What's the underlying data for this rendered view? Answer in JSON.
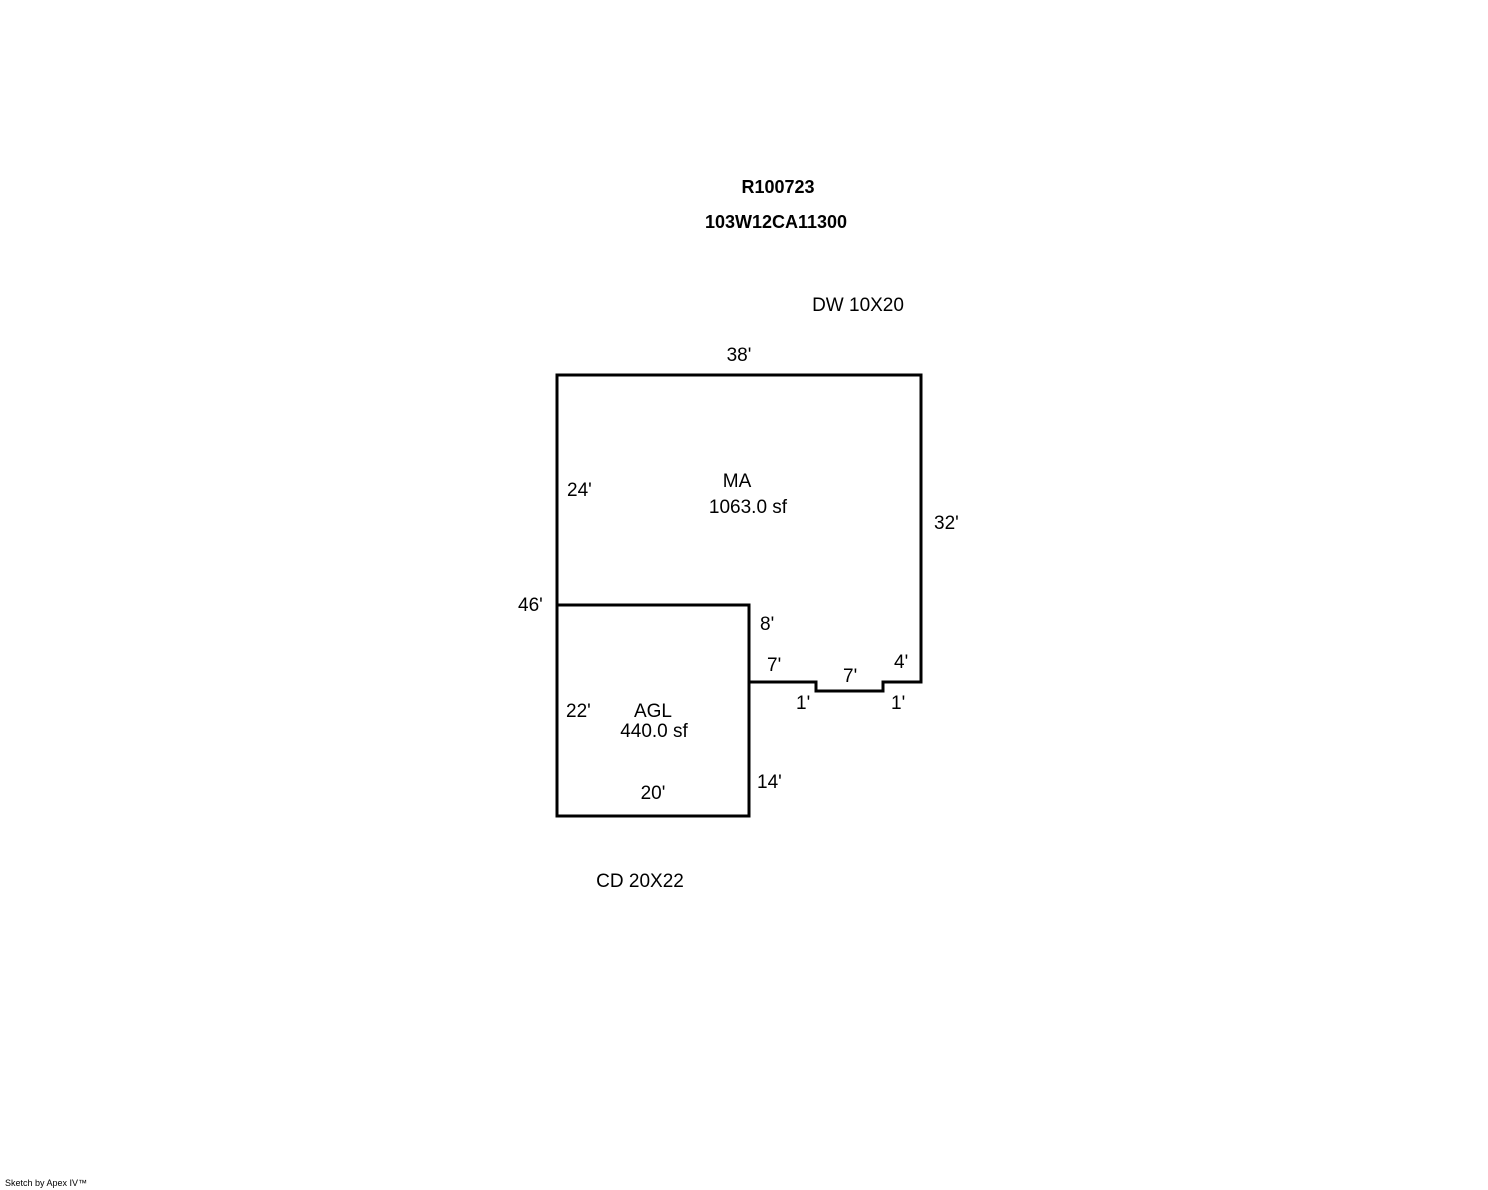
{
  "header": {
    "parcel_id": "R100723",
    "map_number": "103W12CA11300"
  },
  "notes": {
    "driveway": "DW 10X20",
    "deck": "CD 20X22"
  },
  "areas": [
    {
      "code": "MA",
      "area": "1063.0 sf"
    },
    {
      "code": "AGL",
      "area": "440.0 sf"
    }
  ],
  "dimensions": {
    "top": "38'",
    "left_upper": "24'",
    "right": "32'",
    "left_total": "46'",
    "agl_right_upper": "8'",
    "step_left": "7'",
    "step_mid": "7'",
    "step_right": "4'",
    "notch_left": "1'",
    "notch_right": "1'",
    "agl_left": "22'",
    "agl_bottom": "20'",
    "agl_right_lower": "14'"
  },
  "footer": {
    "credit": "Sketch by Apex IV™"
  }
}
